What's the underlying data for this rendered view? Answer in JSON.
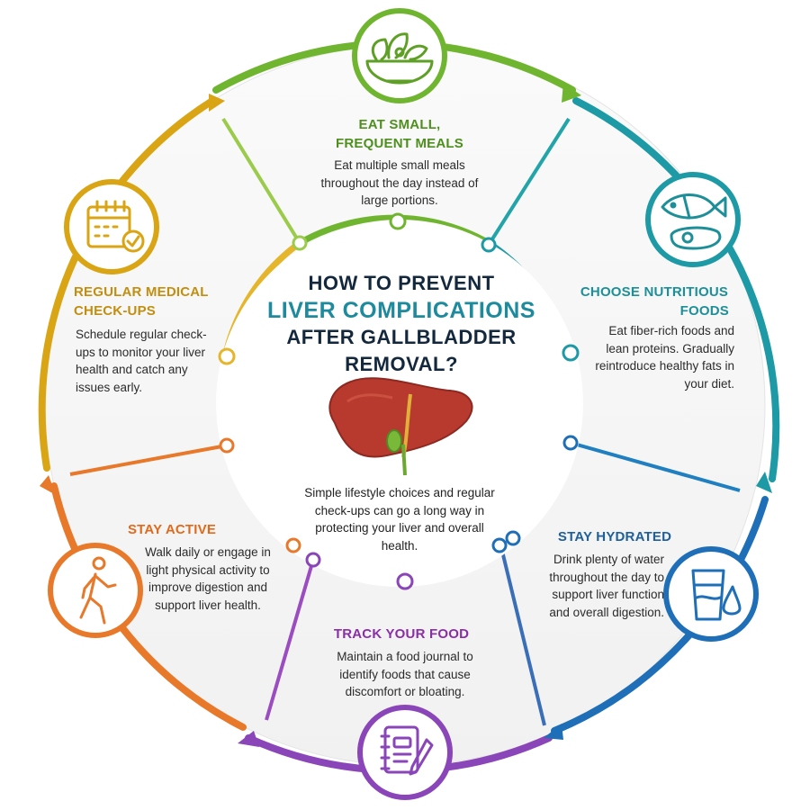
{
  "center": {
    "title_line1": "HOW TO PREVENT",
    "title_line2": "LIVER COMPLICATIONS",
    "title_line3": "AFTER GALLBLADDER",
    "title_line4": "REMOVAL?",
    "description": "Simple lifestyle choices and regular check-ups can go a long way in protecting your liver and overall health."
  },
  "segments": {
    "meals": {
      "title_line1": "EAT SMALL,",
      "title_line2": "FREQUENT MEALS",
      "description": "Eat multiple small meals throughout the day instead of large portions.",
      "icon": "salad-bowl-icon",
      "color": "#6fb52f"
    },
    "nutrition": {
      "title_line1": "CHOOSE NUTRITIOUS",
      "title_line2": "FOODS",
      "description": "Eat fiber-rich foods and lean proteins. Gradually reintroduce healthy fats in your diet.",
      "icon": "fish-steak-icon",
      "color": "#1d9aa5"
    },
    "hydrated": {
      "title": "STAY HYDRATED",
      "description": "Drink plenty of water throughout the day to support liver function and overall digestion.",
      "icon": "water-glass-icon",
      "color": "#1f6fb8"
    },
    "track": {
      "title": "TRACK YOUR FOOD",
      "description": "Maintain a food journal to identify foods that cause discomfort or bloating.",
      "icon": "journal-pen-icon",
      "color": "#8a46b8"
    },
    "active": {
      "title": "STAY ACTIVE",
      "description": "Walk daily or engage in light physical activity to improve digestion and support liver health.",
      "icon": "walking-person-icon",
      "color": "#e8782a"
    },
    "checkups": {
      "title_line1": "REGULAR MEDICAL",
      "title_line2": "CHECK-UPS",
      "description": "Schedule regular check-ups to monitor your liver health and catch any issues early.",
      "icon": "calendar-check-icon",
      "color": "#d9a514"
    }
  }
}
